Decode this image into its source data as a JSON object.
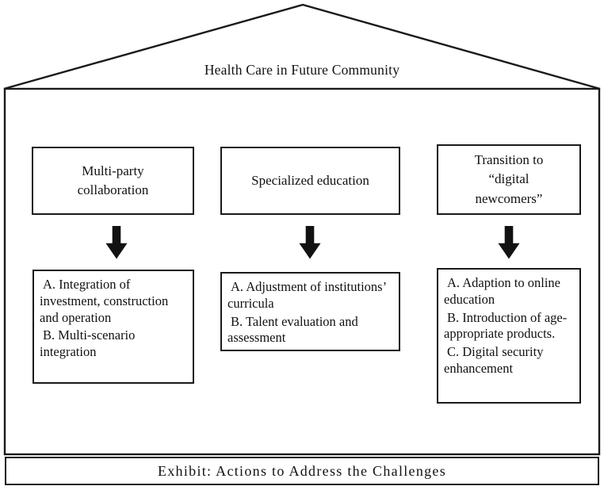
{
  "diagram": {
    "title": "Health Care in Future Community",
    "footer_label": "Exhibit: Actions to Address the Challenges",
    "columns": [
      {
        "heading": "Multi-party\ncollaboration",
        "heading_lines": [
          "Multi-party",
          "collaboration"
        ],
        "arrow_icon": "down-arrow-icon",
        "items": [
          "A. Integration of investment, construction and operation",
          "B. Multi-scenario integration"
        ]
      },
      {
        "heading": "Specialized education",
        "heading_lines": [
          "Specialized education"
        ],
        "arrow_icon": "down-arrow-icon",
        "items": [
          "A. Adjustment of institutions’ curricula",
          "B. Talent evaluation and   assessment"
        ]
      },
      {
        "heading": "Transition to “digital newcomers”",
        "heading_lines": [
          "Transition to",
          "“digital",
          "newcomers”"
        ],
        "arrow_icon": "down-arrow-icon",
        "items": [
          "A. Adaption to online education",
          "B. Introduction of age-appropriate products.",
          "C. Digital security enhancement"
        ]
      }
    ],
    "colors": {
      "line": "#1a1a1a",
      "background": "#ffffff",
      "text": "#111111",
      "arrow": "#121212"
    }
  }
}
